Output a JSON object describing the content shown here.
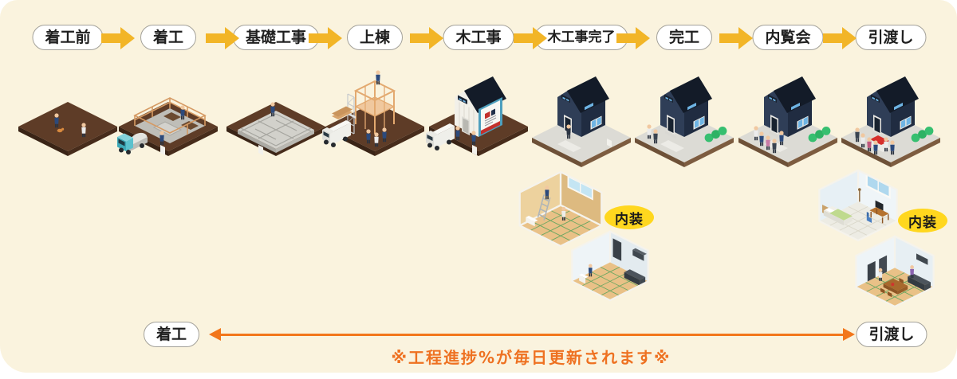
{
  "background": {
    "page": "#FFFFFF",
    "card": "#FAF3DE"
  },
  "flow": {
    "arrow_color": "#F2B527",
    "stages": [
      {
        "label": "着工前",
        "illustration": "vacant-lot"
      },
      {
        "label": "着工",
        "illustration": "site-prep-mixer-truck"
      },
      {
        "label": "基礎工事",
        "illustration": "concrete-foundation"
      },
      {
        "label": "上棟",
        "illustration": "timber-framing-scaffold"
      },
      {
        "label": "木工事",
        "illustration": "wrapped-house-banner"
      },
      {
        "label": "木工事完了",
        "illustration": "exterior-complete-house"
      },
      {
        "label": "完工",
        "illustration": "finished-house-hedge"
      },
      {
        "label": "内覧会",
        "illustration": "open-house-visitors"
      },
      {
        "label": "引渡し",
        "illustration": "handover-family-red-carpet"
      }
    ]
  },
  "interior": {
    "badge_color": "#FFD71E",
    "groups": [
      {
        "badge": "内装",
        "rooms": [
          "interior-work-room",
          "interior-work-kitchen"
        ]
      },
      {
        "badge": "内装",
        "rooms": [
          "furnished-bedroom",
          "furnished-dining-kitchen"
        ]
      }
    ]
  },
  "timeline": {
    "start_label": "着工",
    "end_label": "引渡し",
    "arrow_color": "#F2761B",
    "caption": "※工程進捗%が毎日更新されます※",
    "caption_color": "#EE7121"
  }
}
